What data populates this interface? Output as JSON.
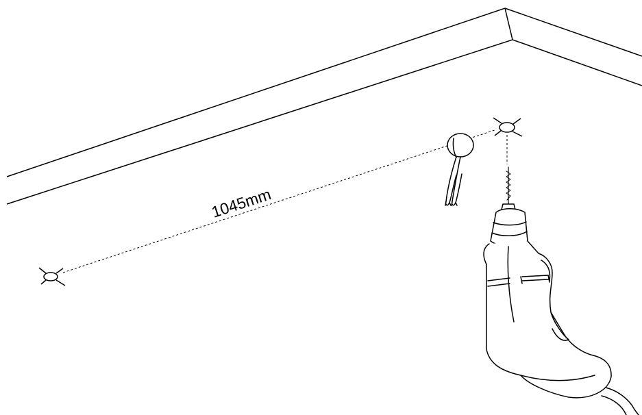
{
  "figure": {
    "measurement_label": "1045mm",
    "line_color": "#000000",
    "background_color": "#ffffff",
    "icons": [
      "ceiling-edge",
      "drill-point-mark",
      "ceiling-wire-hook",
      "power-drill"
    ]
  }
}
